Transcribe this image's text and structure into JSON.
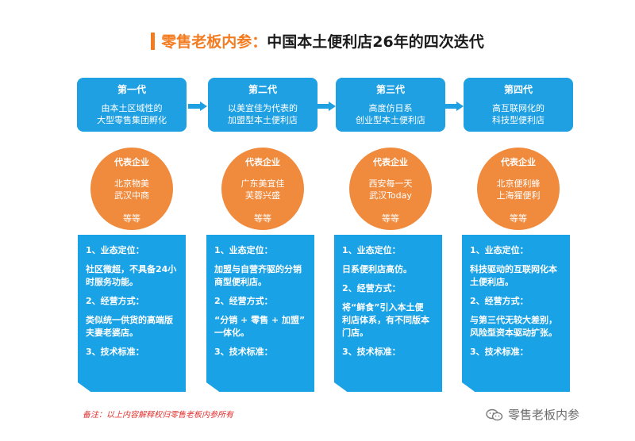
{
  "title": {
    "brand": "零售老板内参：",
    "main": "中国本土便利店26年的四次迭代"
  },
  "generations": [
    {
      "name": "第一代",
      "desc": [
        "由本土区域性的",
        "大型零售集团孵化"
      ],
      "rep_label": "代表企业",
      "companies": [
        "北京物美",
        "武汉中商"
      ],
      "etc": "等等",
      "card": [
        {
          "head": "1、业态定位：",
          "text": [
            "社区微超，不具备24小",
            "时服务功能。"
          ]
        },
        {
          "head": "2、经营方式：",
          "text": [
            "类似统一供货的高端版",
            "夫妻老婆店。"
          ]
        },
        {
          "head": "3、技术标准：",
          "text": []
        }
      ]
    },
    {
      "name": "第二代",
      "desc": [
        "以美宜佳为代表的",
        "加盟型本土便利店"
      ],
      "rep_label": "代表企业",
      "companies": [
        "广东美宜佳",
        "芙蓉兴盛"
      ],
      "etc": "等等",
      "card": [
        {
          "head": "1、业态定位：",
          "text": [
            "加盟与自营齐驱的分销",
            "商型便利店。"
          ]
        },
        {
          "head": "2、经营方式：",
          "text": [
            "“分销 + 零售 + 加盟”",
            "一体化。"
          ]
        },
        {
          "head": "3、技术标准：",
          "text": []
        }
      ]
    },
    {
      "name": "第三代",
      "desc": [
        "高度仿日系",
        "创业型本土便利店"
      ],
      "rep_label": "代表企业",
      "companies": [
        "西安每一天",
        "武汉Today"
      ],
      "etc": "等等",
      "card": [
        {
          "head": "1、业态定位：",
          "text": [
            "日系便利店高仿。"
          ]
        },
        {
          "head": "2、经营方式：",
          "text": [
            "将“鲜食”引入本土便",
            "利店体系，有不同版本",
            "门店。"
          ]
        },
        {
          "head": "3、技术标准：",
          "text": []
        }
      ]
    },
    {
      "name": "第四代",
      "desc": [
        "高互联网化的",
        "科技型便利店"
      ],
      "rep_label": "代表企业",
      "companies": [
        "北京便利蜂",
        "上海猩便利"
      ],
      "etc": "等等",
      "card": [
        {
          "head": "1、业态定位：",
          "text": [
            "科技驱动的互联网化本",
            "土便利店。"
          ]
        },
        {
          "head": "2、经营方式：",
          "text": [
            "与第三代无较大差别，",
            "风险型资本驱动扩张。"
          ]
        },
        {
          "head": "3、技术标准：",
          "text": []
        }
      ]
    }
  ],
  "footnote": "备注：以上内容解释权归零售老板内参所有",
  "watermark": "零售老板内参",
  "icons": {
    "arrow": "arrow-right-icon",
    "watermark": "wechat-icon"
  },
  "colors": {
    "accent": "#f47c20",
    "blue": "#1fa0e3",
    "orange": "#f08a3c",
    "note_red": "#e0302e"
  }
}
